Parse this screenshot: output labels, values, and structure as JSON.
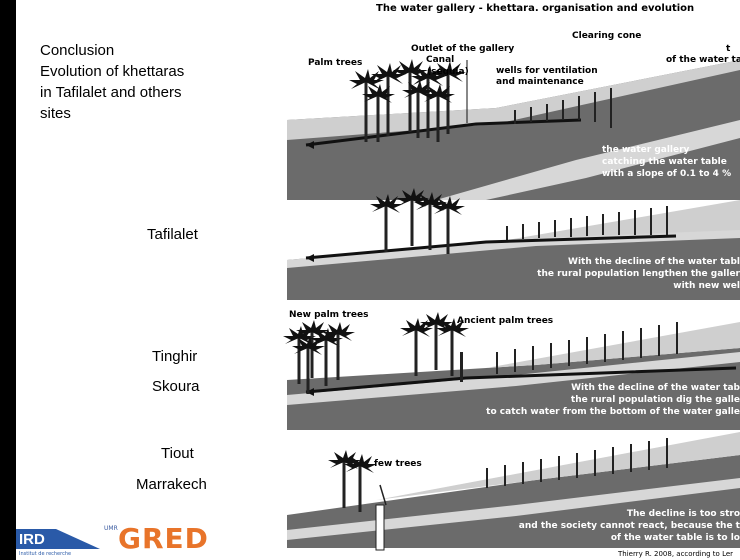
{
  "left_labels": {
    "conclusion_title": "Conclusion",
    "conclusion_line1": "Evolution of khettaras",
    "conclusion_line2": "in Tafilalet and others",
    "conclusion_line3": "sites",
    "tafilalet": "Tafilalet",
    "tinghir": "Tinghir",
    "skoura": "Skoura",
    "tiout": "Tiout",
    "marrakech": "Marrakech"
  },
  "diagram": {
    "title": "The water gallery - khettara. organisation and evolution",
    "panel1": {
      "palm_trees": "Palm trees",
      "outlet": "Outlet of the gallery",
      "canal": "Canal",
      "seguia": "(seguia)",
      "wells_line1": "wells for ventilation",
      "wells_line2": "and maintenance",
      "clearing_cone": "Clearing cone",
      "water_table_t": "t",
      "water_table": "of the water ta",
      "gallery_line1": "the water gallery",
      "gallery_line2": "catching the water table",
      "gallery_line3": "with a slope of 0.1 to 4 %"
    },
    "panel2": {
      "line1": "With the decline of the water tabl",
      "line2": "the rural population lengthen the galler",
      "line3": "with new wel"
    },
    "panel3": {
      "new_palm_trees": "New palm trees",
      "ancient_palm_trees": "Ancient palm trees",
      "line1": "With the decline of the water tab",
      "line2": "the rural population dig the galle",
      "line3": "to catch water from the bottom of the water galle"
    },
    "panel4": {
      "few_trees": "few trees",
      "line1": "The decline is too stro",
      "line2": "and the society cannot react, because the t",
      "line3": "of the water table is to lo"
    },
    "credit": "Thierry R. 2008, according to Ler"
  },
  "logos": {
    "ird": "IRD",
    "ird_sub": "Institut de recherche",
    "gred": "GRED",
    "umr": "UMR"
  },
  "colors": {
    "ground": "#6b6b6b",
    "ground_light": "#d7d7d7",
    "wall_light": "#bdbdbd",
    "sky": "#ffffff",
    "water_line": "#111111",
    "gred": "#e8742a",
    "ird": "#2a5aa8"
  }
}
